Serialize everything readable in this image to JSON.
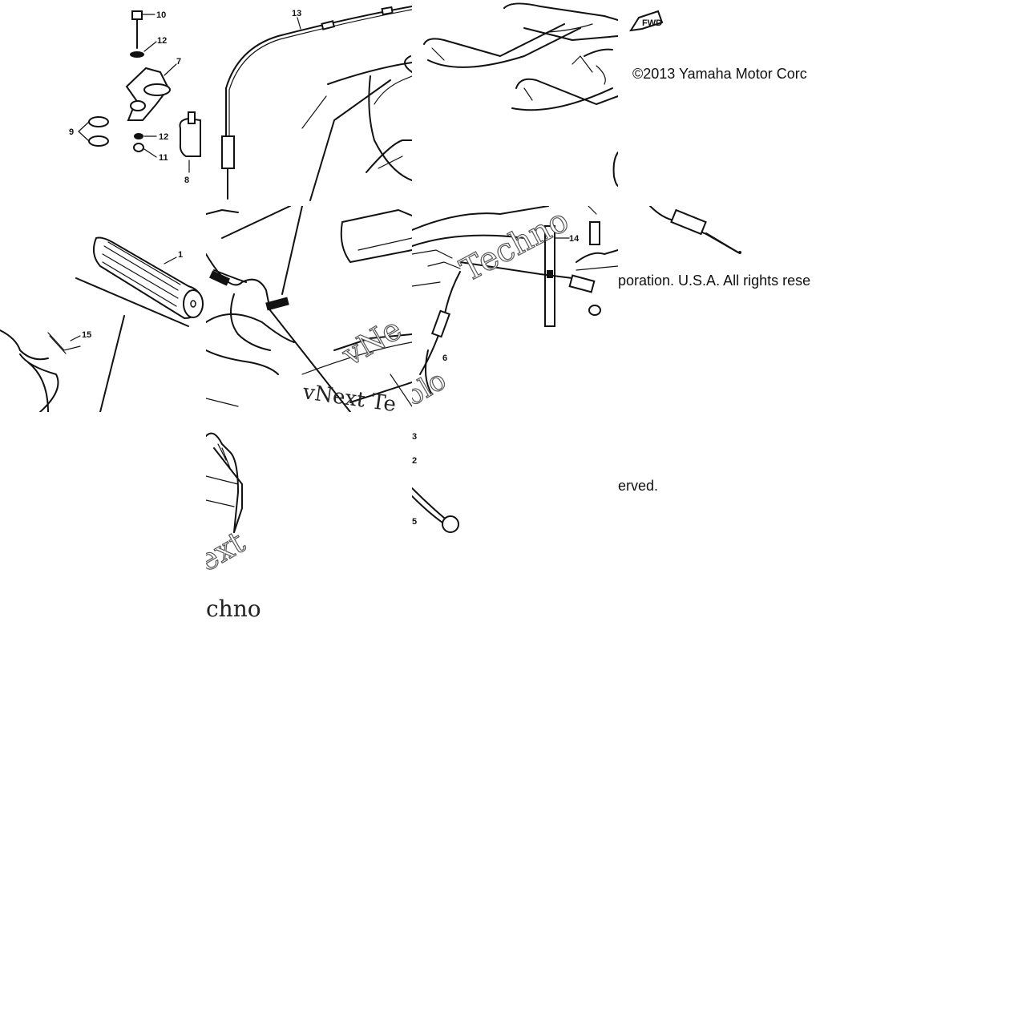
{
  "diagram": {
    "callouts": {
      "c1": "1",
      "c2": "2",
      "c3": "3",
      "c5": "5",
      "c6": "6",
      "c7": "7",
      "c8": "8",
      "c9": "9",
      "c10": "10",
      "c11": "11",
      "c12a": "12",
      "c12b": "12",
      "c13": "13",
      "c14": "14",
      "c15": "15"
    },
    "fwd_label": "FWD"
  },
  "copyright": {
    "fragment_1": "©2013 Yamaha Motor Corc",
    "fragment_2": "poration. U.S.A. All rights rese",
    "fragment_3": "erved."
  },
  "watermark": {
    "fragment_1": "vNext Te",
    "fragment_2": "vNe",
    "fragment_3": "Techno",
    "fragment_4": "ext",
    "fragment_5": "chno",
    "fragment_6": "olo"
  }
}
